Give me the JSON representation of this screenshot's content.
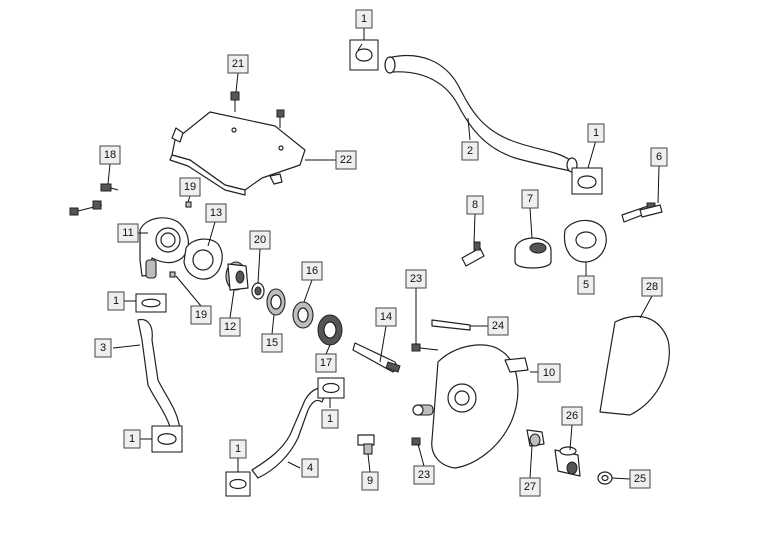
{
  "callouts": {
    "c1a": "1",
    "c1b": "1",
    "c1c": "1",
    "c1d": "1",
    "c1e": "1",
    "c1f": "1",
    "c2": "2",
    "c3": "3",
    "c4": "4",
    "c5": "5",
    "c6": "6",
    "c7": "7",
    "c8": "8",
    "c9": "9",
    "c10": "10",
    "c11": "11",
    "c12": "12",
    "c13": "13",
    "c14": "14",
    "c15": "15",
    "c16": "16",
    "c17": "17",
    "c18": "18",
    "c19a": "19",
    "c19b": "19",
    "c20": "20",
    "c21": "21",
    "c22": "22",
    "c23a": "23",
    "c23b": "23",
    "c24": "24",
    "c25": "25",
    "c26": "26",
    "c27": "27",
    "c28": "28"
  },
  "colors": {
    "line": "#222222",
    "label_box": "#efefef",
    "shade": "#bdbdbd"
  }
}
